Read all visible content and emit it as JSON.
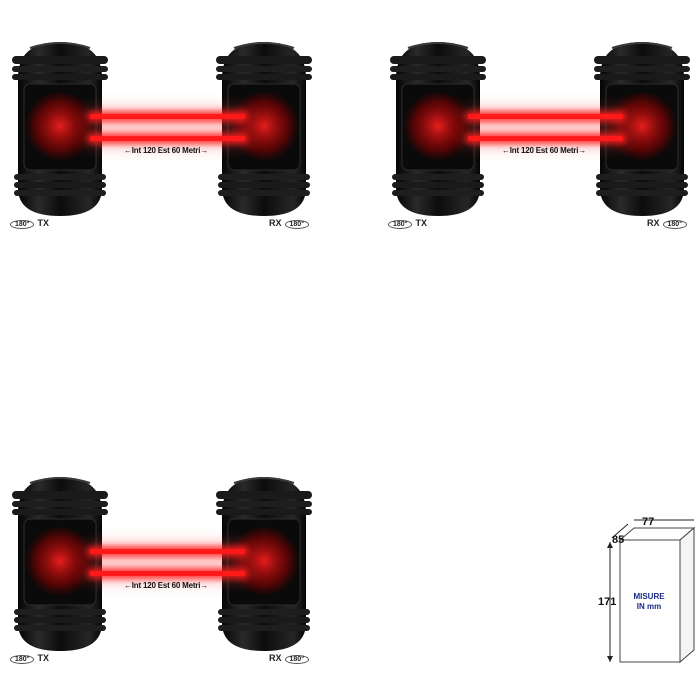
{
  "pairs": [
    {
      "distance_label": "Int 120 Est 60 Metri",
      "tx_label": "TX",
      "rx_label": "RX",
      "tx_angle": "180°",
      "rx_angle": "180°"
    },
    {
      "distance_label": "Int 120 Est 60 Metri",
      "tx_label": "TX",
      "rx_label": "RX",
      "tx_angle": "180°",
      "rx_angle": "180°"
    },
    {
      "distance_label": "Int 120 Est 60 Metri",
      "tx_label": "TX",
      "rx_label": "RX",
      "tx_angle": "180°",
      "rx_angle": "180°"
    }
  ],
  "dimensions": {
    "width": "77",
    "depth": "85",
    "height": "171",
    "units_label_line1": "MISURE",
    "units_label_line2": "IN mm"
  },
  "colors": {
    "beam": "#ff1a1a",
    "housing": "#111111",
    "box_text": "#1a2a8a"
  }
}
